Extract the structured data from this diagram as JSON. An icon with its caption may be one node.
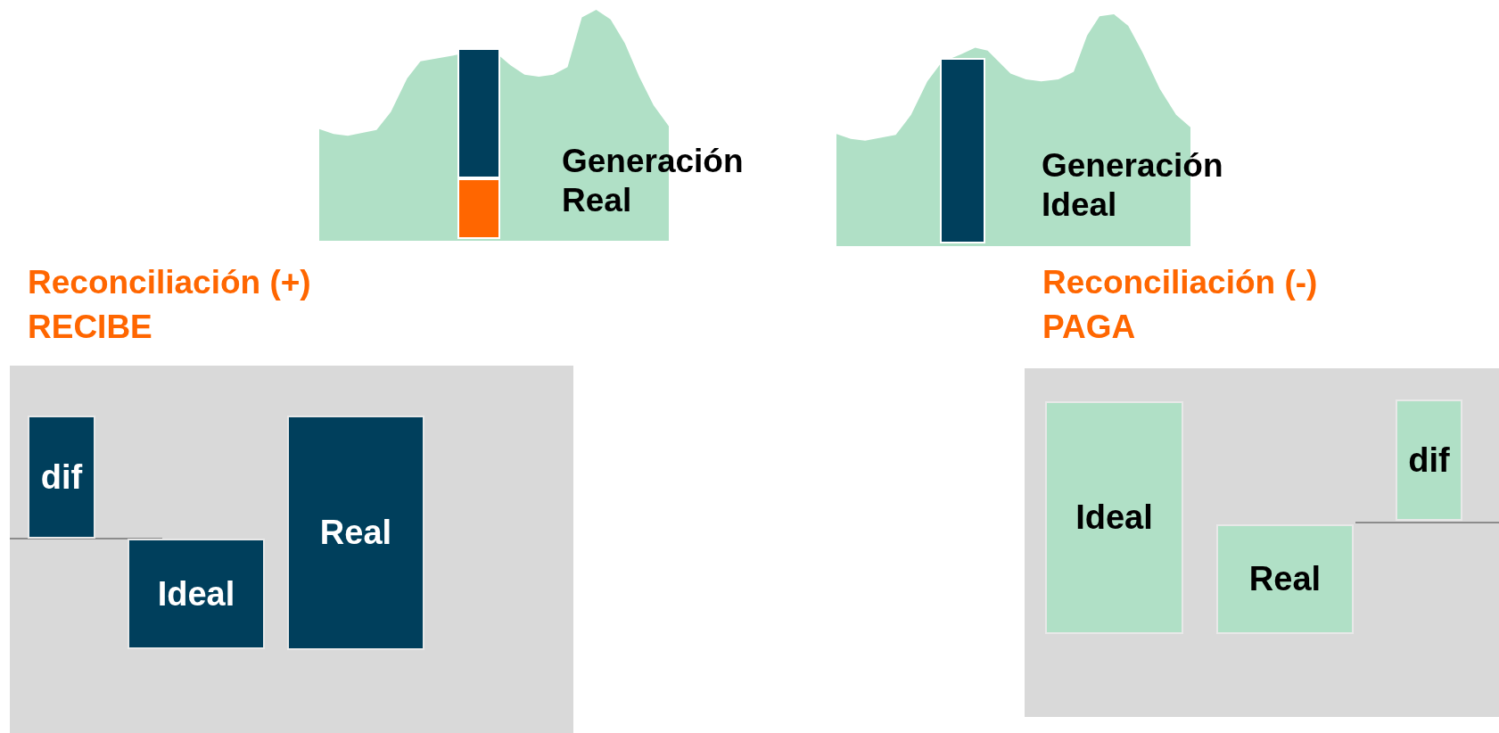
{
  "diagram": {
    "nodes": [
      {
        "text": [
          "Generación Real"
        ]
      },
      {
        "text": [],
        "shape": "bar",
        "in": 0
      },
      {
        "text": [],
        "shape": "bar",
        "in": 0
      },
      {
        "text": [
          "Generación Ideal"
        ]
      },
      {
        "text": [],
        "shape": "bar",
        "in": 3
      },
      {
        "text": [
          "Reconciliación (+) RECIBE"
        ]
      },
      {
        "text": [
          "dif"
        ],
        "in": 5
      },
      {
        "text": [
          "Ideal"
        ],
        "in": 5
      },
      {
        "text": [
          "Real"
        ],
        "in": 5
      },
      {
        "text": [
          "Reconciliación (-) PAGA"
        ]
      },
      {
        "text": [
          "Ideal"
        ],
        "in": 9
      },
      {
        "text": [
          "Real"
        ],
        "in": 9
      },
      {
        "text": [
          "dif"
        ],
        "in": 9
      }
    ]
  }
}
